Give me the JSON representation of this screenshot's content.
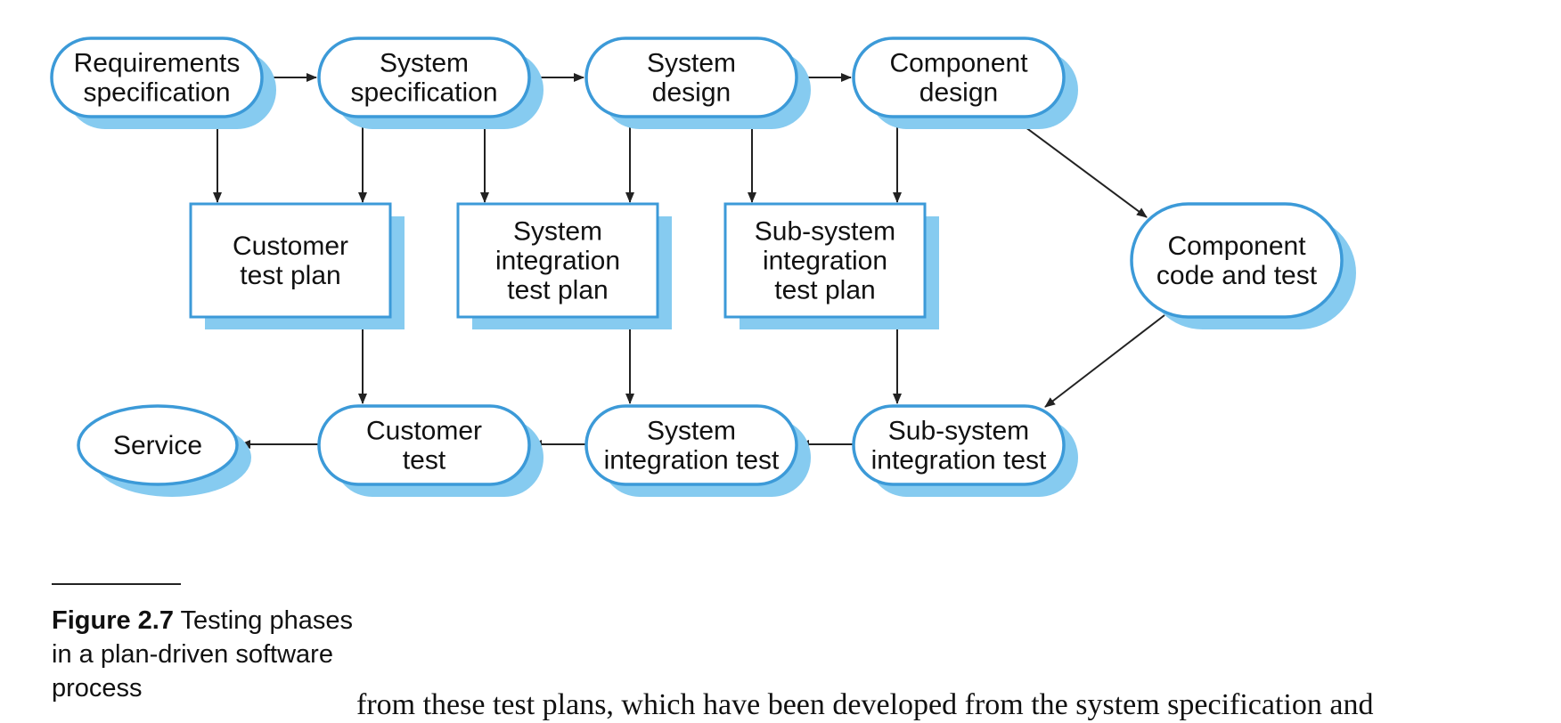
{
  "colors": {
    "node_border": "#3c9ad8",
    "node_shadow": "#86cbf0",
    "node_fill": "#ffffff",
    "arrow": "#222222",
    "text": "#111111"
  },
  "diagram": {
    "nodes": {
      "requirements_spec": [
        "Requirements",
        "specification"
      ],
      "system_spec": [
        "System",
        "specification"
      ],
      "system_design": [
        "System",
        "design"
      ],
      "component_design": [
        "Component",
        "design"
      ],
      "customer_test_plan": [
        "Customer",
        "test plan"
      ],
      "system_integration_test_plan": [
        "System",
        "integration",
        "test plan"
      ],
      "subsystem_integration_test_plan": [
        "Sub-system",
        "integration",
        "test plan"
      ],
      "component_code_test": [
        "Component",
        "code and test"
      ],
      "service": [
        "Service"
      ],
      "customer_test": [
        "Customer",
        "test"
      ],
      "system_integration_test": [
        "System",
        "integration test"
      ],
      "subsystem_integration_test": [
        "Sub-system",
        "integration test"
      ]
    }
  },
  "caption": {
    "label": "Figure 2.7",
    "text": "Testing phases in a plan-driven software process"
  },
  "body_text": "from these test plans, which have been developed from the system specification and"
}
